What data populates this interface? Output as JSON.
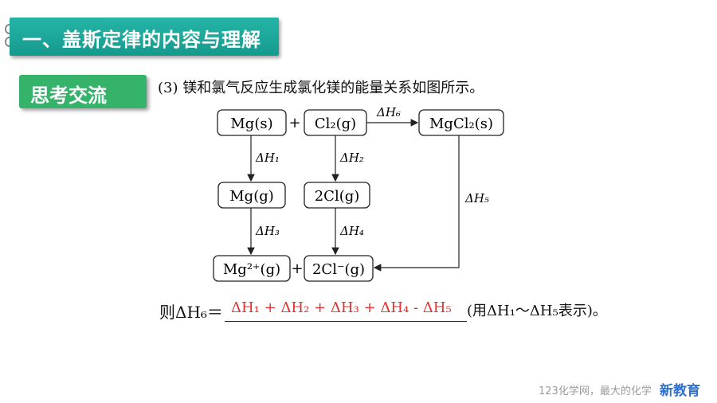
{
  "header": {
    "title": "一、盖斯定律的内容与理解"
  },
  "badge": {
    "label": "思考交流"
  },
  "question": {
    "text": "(3) 镁和氯气反应生成氯化镁的能量关系如图所示。"
  },
  "diagram": {
    "plus": "+",
    "nodes": {
      "mg_s": "Mg(s)",
      "cl2_g": "Cl₂(g)",
      "mgcl2_s": "MgCl₂(s)",
      "mg_g": "Mg(g)",
      "two_cl_g": "2Cl(g)",
      "mg2_g": "Mg²⁺(g)",
      "two_clm_g": "2Cl⁻(g)"
    },
    "labels": {
      "dh1": "ΔH₁",
      "dh2": "ΔH₂",
      "dh3": "ΔH₃",
      "dh4": "ΔH₄",
      "dh5": "ΔH₅",
      "dh6": "ΔH₆"
    }
  },
  "answer": {
    "prefix": "则ΔH₆＝",
    "value": "ΔH₁ + ΔH₂ + ΔH₃ + ΔH₄ - ΔH₅",
    "suffix": "(用ΔH₁～ΔH₅表示)。"
  },
  "watermark": {
    "text": "123化学网，最大的化学",
    "logo": "新教育"
  },
  "colors": {
    "title_bg": "#1aa699",
    "badge_bg": "#35b36a",
    "answer": "#e0312d"
  }
}
